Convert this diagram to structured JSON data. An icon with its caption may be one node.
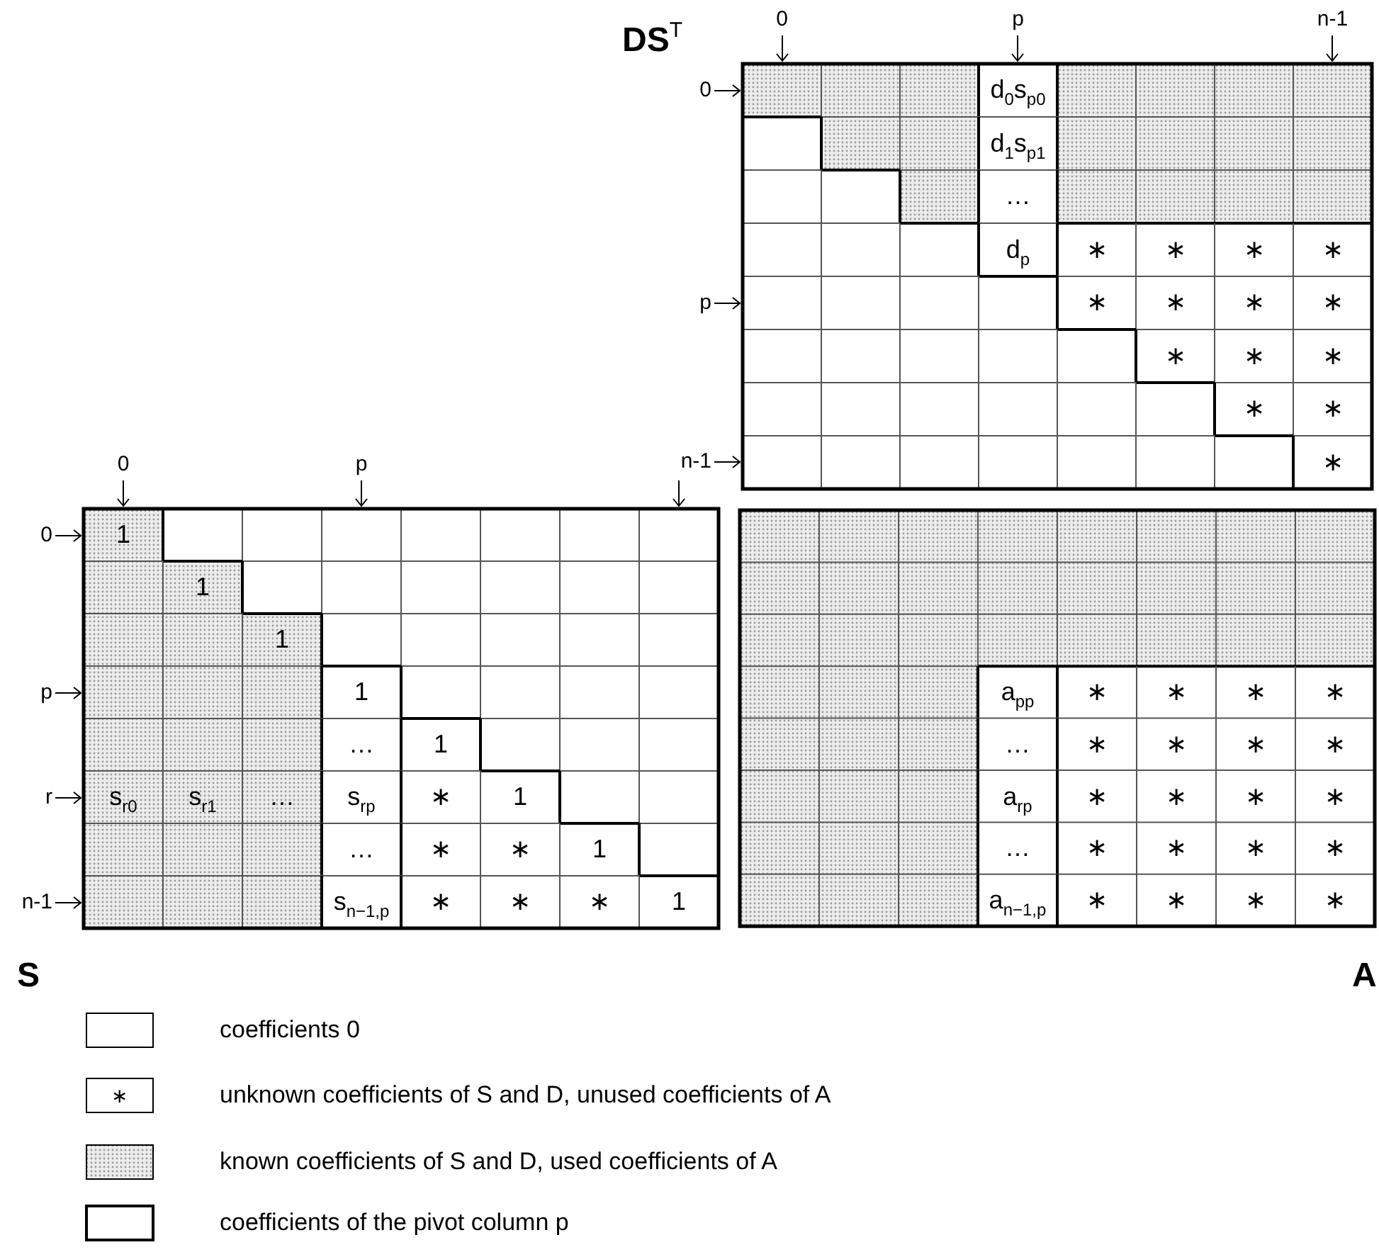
{
  "diagram": {
    "nodes": [
      {
        "text": [
          "DS$^{T}$"
        ]
      },
      {
        "text": [
          "S"
        ]
      },
      {
        "text": [
          "A"
        ]
      }
    ],
    "labels": [
      "0",
      "p",
      "n-1",
      "0",
      "d$_{0}$s$_{p0}$",
      "d$_{1}$s$_{p1}$",
      "…",
      "d$_{p}$",
      "∗",
      "∗",
      "∗",
      "∗",
      "p",
      "∗",
      "∗",
      "∗",
      "∗",
      "∗",
      "∗",
      "∗",
      "∗",
      "∗",
      "0",
      "p",
      "n-1",
      "∗",
      "0",
      "1",
      "1",
      "1",
      "p",
      "1",
      "a$_{pp}$",
      "∗",
      "∗",
      "∗",
      "∗",
      "…",
      "1",
      "…",
      "∗",
      "∗",
      "∗",
      "∗",
      "r",
      "s$_{r0}$",
      "s$_{r1}$",
      "…",
      "s$_{rp}$",
      "∗",
      "1",
      "a$_{rp}$",
      "∗",
      "∗",
      "∗",
      "∗",
      "…",
      "∗",
      "∗",
      "1",
      "…",
      "∗",
      "∗",
      "∗",
      "∗",
      "n-1",
      "s$_{n−1,p}$",
      "∗",
      "∗",
      "∗",
      "1",
      "a$_{n−1,p}$",
      "∗",
      "∗",
      "∗",
      "∗",
      "∗"
    ],
    "legend": [
      {
        "text": "coefficients 0"
      },
      {
        "text": "unknown coefficients of S and D, unused coefficients of A"
      },
      {
        "text": "known coefficients of S and D, used coefficients of A"
      },
      {
        "text": "coefficients of the pivot column p"
      }
    ]
  }
}
